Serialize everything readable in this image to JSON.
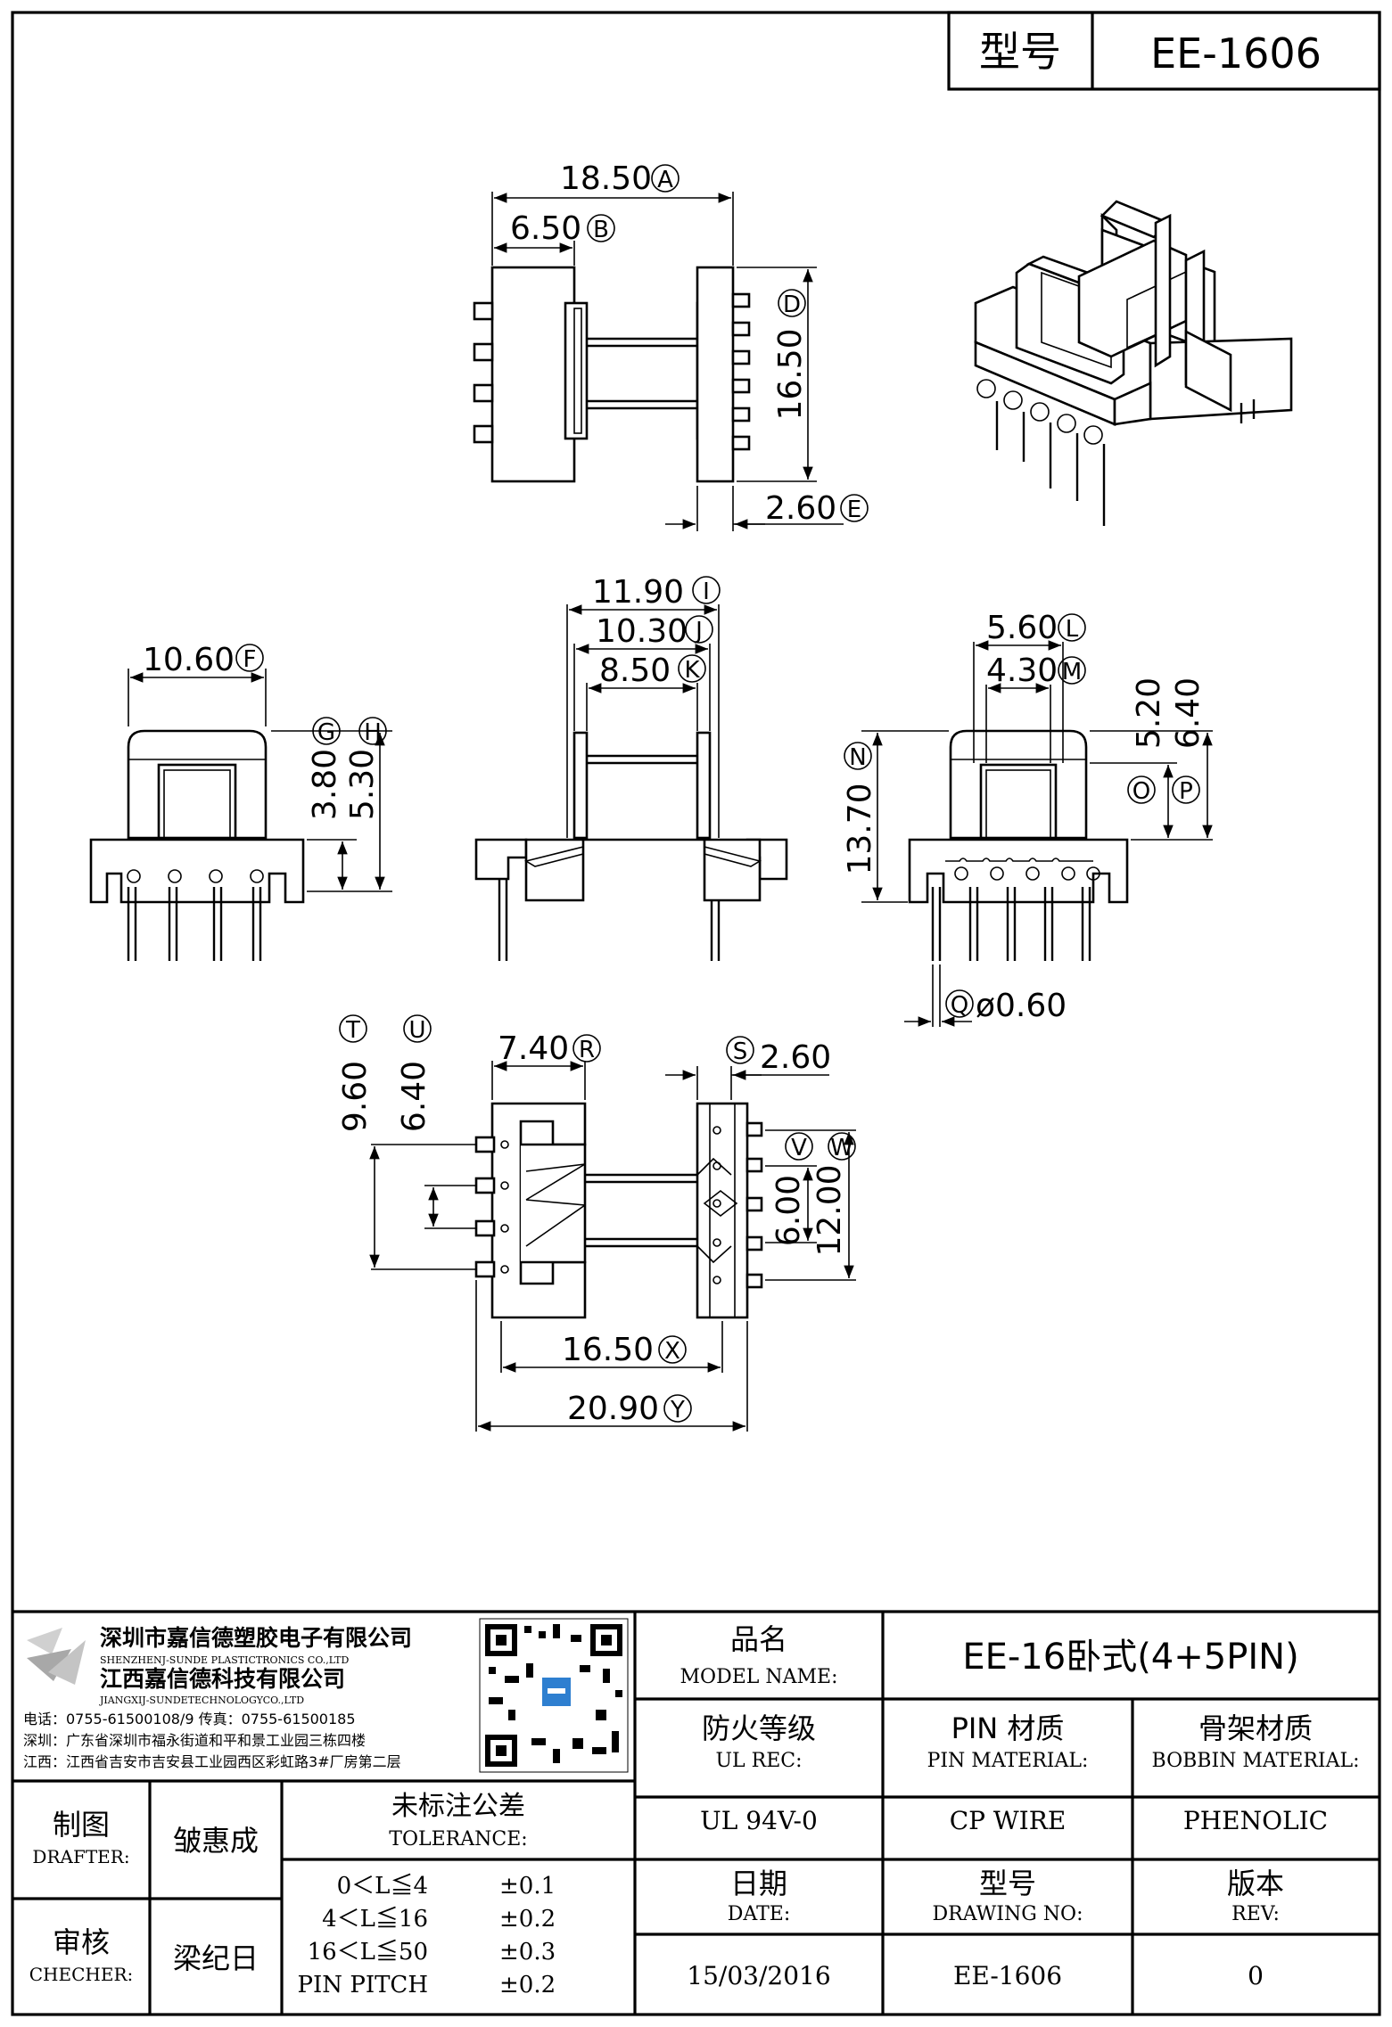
{
  "title_block_top": {
    "label": "型号",
    "value": "EE-1606"
  },
  "dimensions": {
    "A": {
      "value": "18.50",
      "letter": "A"
    },
    "B": {
      "value": "6.50",
      "letter": "B"
    },
    "D": {
      "value": "16.50",
      "letter": "D"
    },
    "E": {
      "value": "2.60",
      "letter": "E"
    },
    "F": {
      "value": "10.60",
      "letter": "F"
    },
    "G": {
      "value": "3.80",
      "letter": "G"
    },
    "H": {
      "value": "5.30",
      "letter": "H"
    },
    "I": {
      "value": "11.90",
      "letter": "I"
    },
    "J": {
      "value": "10.30",
      "letter": "J"
    },
    "K": {
      "value": "8.50",
      "letter": "K"
    },
    "L": {
      "value": "5.60",
      "letter": "L"
    },
    "M": {
      "value": "4.30",
      "letter": "M"
    },
    "N": {
      "value": "13.70",
      "letter": "N"
    },
    "O": {
      "value": "5.20",
      "letter": "O"
    },
    "P": {
      "value": "6.40",
      "letter": "P"
    },
    "Q": {
      "value": "ø0.60",
      "letter": "Q"
    },
    "R": {
      "value": "7.40",
      "letter": "R"
    },
    "S": {
      "value": "2.60",
      "letter": "S"
    },
    "T": {
      "value": "9.60",
      "letter": "T"
    },
    "U": {
      "value": "6.40",
      "letter": "U"
    },
    "V": {
      "value": "6.00",
      "letter": "V"
    },
    "W": {
      "value": "12.00",
      "letter": "W"
    },
    "X": {
      "value": "16.50",
      "letter": "X"
    },
    "Y": {
      "value": "20.90",
      "letter": "Y"
    }
  },
  "company": {
    "name_sz": "深圳市嘉信德塑胶电子有限公司",
    "name_sz_en": "SHENZHENJ-SUNDE PLASTICTRONICS CO.,LTD",
    "name_jx": "江西嘉信德科技有限公司",
    "name_jx_en": "JIANGXIJ-SUNDETECHNOLOGYCO.,LTD",
    "phone_line": "电话：0755-61500108/9        传真：0755-61500185",
    "addr_sz": "深圳：广东省深圳市福永街道和平和景工业园三栋四楼",
    "addr_jx": "江西：江西省吉安市吉安县工业园西区彩虹路3#厂房第二层"
  },
  "title_block": {
    "model_name_cn": "品名",
    "model_name_en": "MODEL NAME:",
    "model_name_value": "EE-16卧式(4+5PIN)",
    "ul_cn": "防火等级",
    "ul_en": "UL REC:",
    "pin_cn": "PIN 材质",
    "pin_en": "PIN MATERIAL:",
    "bobbin_cn": "骨架材质",
    "bobbin_en": "BOBBIN MATERIAL:",
    "ul_value": "UL 94V-0",
    "pin_value": "CP WIRE",
    "bobbin_value": "PHENOLIC",
    "date_cn": "日期",
    "date_en": "DATE:",
    "drawing_no_cn": "型号",
    "drawing_no_en": "DRAWING NO:",
    "rev_cn": "版本",
    "rev_en": "REV:",
    "date_value": "15/03/2016",
    "drawing_no_value": "EE-1606",
    "rev_value": "0",
    "drafter_cn": "制图",
    "drafter_en": "DRAFTER:",
    "drafter_value": "皱惠成",
    "checker_cn": "审核",
    "checker_en": "CHECHER:",
    "checker_value": "梁纪日",
    "tolerance_cn": "未标注公差",
    "tolerance_en": "TOLERANCE:",
    "tolerances": [
      {
        "range": "0＜L≦4",
        "value": "±0.1"
      },
      {
        "range": "4＜L≦16",
        "value": "±0.2"
      },
      {
        "range": "16＜L≦50",
        "value": "±0.3"
      },
      {
        "range": "PIN PITCH",
        "value": "±0.2"
      }
    ]
  }
}
